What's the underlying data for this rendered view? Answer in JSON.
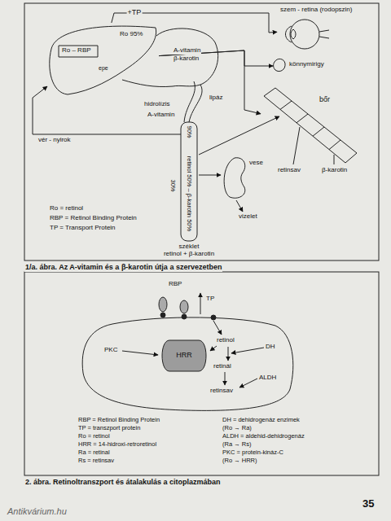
{
  "diagram": {
    "nodes": [
      {
        "text": [
          "Ro 95%"
        ]
      },
      {
        "text": [
          "Ro – RBP"
        ],
        "in": 0
      },
      {
        "text": [
          "szem - retina (rodopszin)"
        ]
      },
      {
        "text": [
          "könnymirigy"
        ]
      },
      {
        "text": [
          "bőr"
        ]
      },
      {
        "text": [
          "vese"
        ]
      },
      {
        "text": [
          "PKC",
          "retinol",
          "DH",
          "retinál",
          "ALDH",
          "retinsav"
        ]
      },
      {
        "text": [
          "HRR"
        ],
        "in": 6
      }
    ],
    "edges": [
      {
        "from": 0,
        "to": 2,
        "label": "+TP",
        "arrow": "to"
      },
      {
        "from": 0,
        "to": 3,
        "arrow": "to"
      },
      {
        "from": 0,
        "to": 4,
        "arrow": "to"
      }
    ],
    "labels": [
      "epe",
      "A-vitamin",
      "β-karotin",
      "lipáz",
      "hidrolízis",
      "A-vitamin",
      "vér - nyirok",
      "90%",
      "retinol 50% – β-karotin 50%",
      "30%",
      "vizelet",
      "széklet",
      "retinol + β-karotin",
      "retinsav",
      "β-karotin",
      "Ro = retinol",
      "RBP = Retinol Binding Protein",
      "TP = Transport Protein",
      "1/a. ábra. Az A-vitamin és a β-karotin útja a szervezetben",
      "RBP",
      "TP",
      "RBP = Retinol Binding Protein",
      "TP = transzport protein",
      "Ro = retinol",
      "HRR = 14-hidroxi-retroretinol",
      "Ra = retinal",
      "Rs = retinsav",
      "DH = dehidrogenáz enzimek",
      "(Ro → Ra)",
      "ALDH = aldehid-dehidrogenáz",
      "(Ra → Rs)",
      "PKC = protein-kináz-C",
      "(Ro → HRR)",
      "2. ábra. Retinoltranszport és átalakulás a citoplazmában",
      "35",
      "Antikvárium.hu"
    ]
  }
}
